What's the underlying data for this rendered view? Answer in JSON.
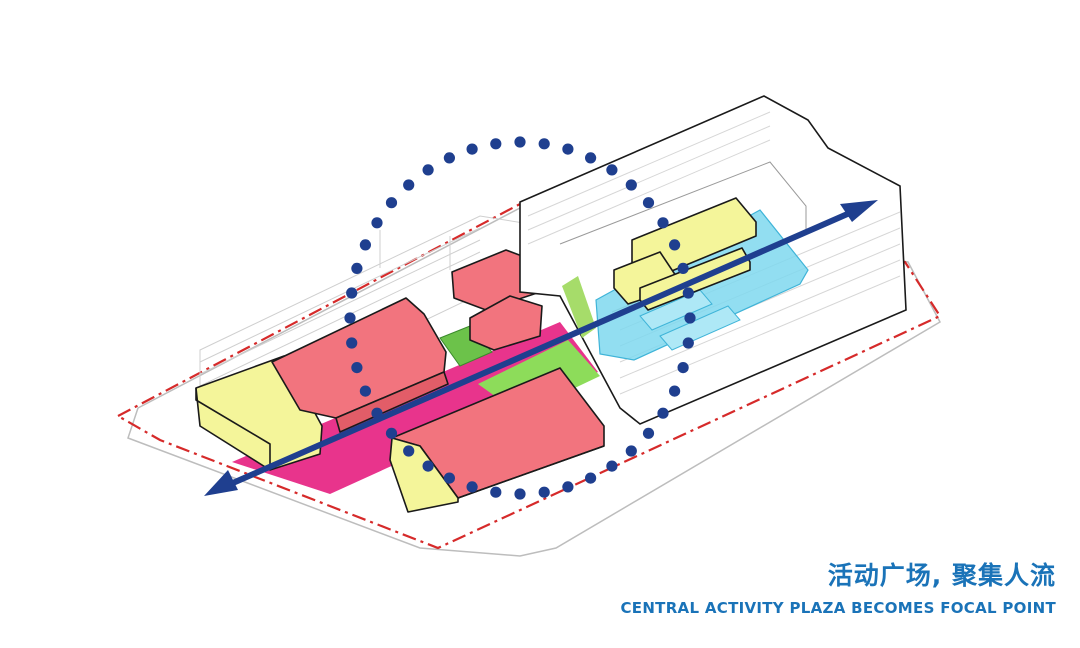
{
  "caption": {
    "title_cn": "活动广场, 聚集人流",
    "title_en": "CENTRAL ACTIVITY PLAZA BECOMES FOCAL POINT"
  },
  "colors": {
    "caption_text": "#1a73b8",
    "arrow": "#1f3f8f",
    "dots": "#1f3f8f",
    "site_boundary": "#d62a2a",
    "building_red": "#f2747e",
    "building_yellow": "#f4f59a",
    "glass_blue": "#7fd8ee",
    "plaza_magenta": "#e8348c",
    "green_lawn": "#8ddc5a",
    "outline": "#1a1a1a"
  },
  "diagram": {
    "arrow": "bidirectional-flow-arrow",
    "dotted_ring": "focal-point-circle",
    "site_boundary": "dash-dot-site-boundary"
  }
}
